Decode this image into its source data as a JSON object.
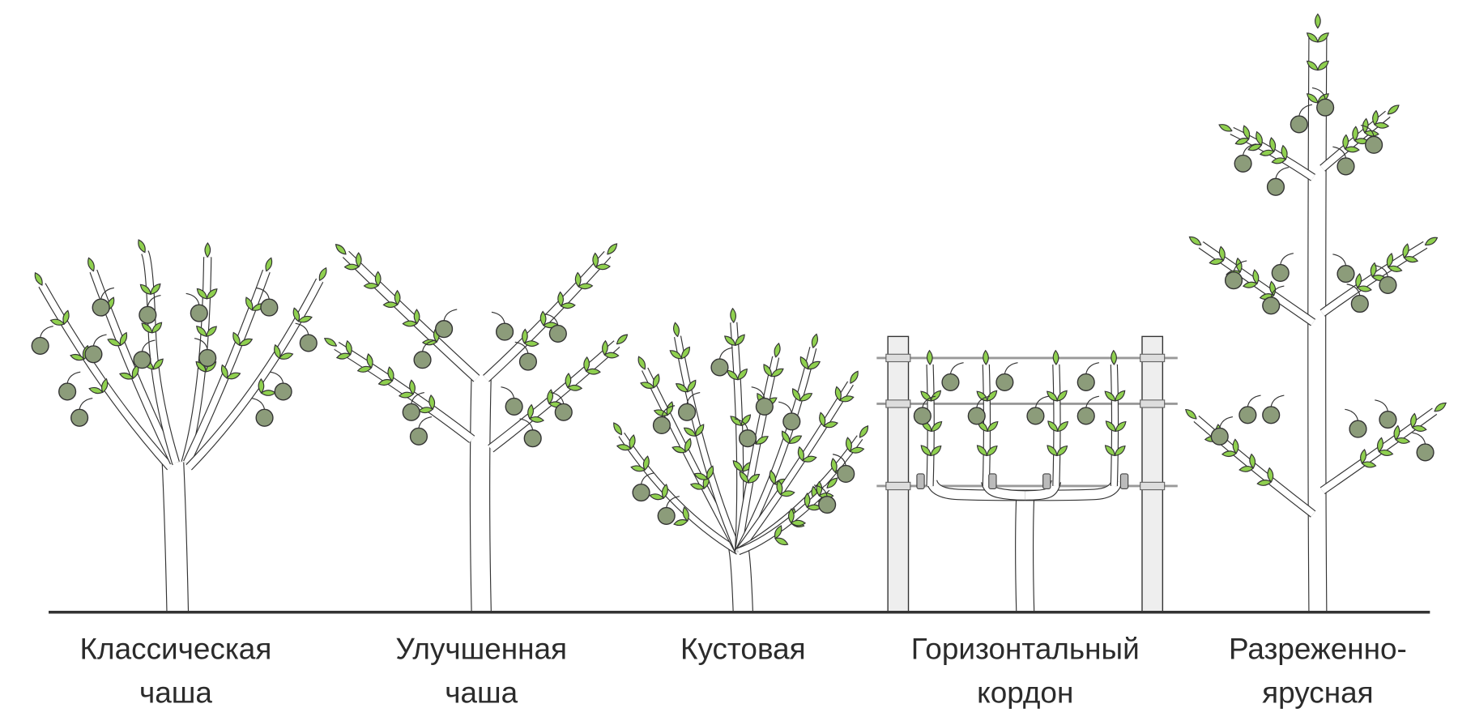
{
  "title": "Tree crown forms",
  "forms": [
    {
      "line1": "Классическая",
      "line2": "чаша"
    },
    {
      "line1": "Улучшенная",
      "line2": "чаша"
    },
    {
      "line1": "Кустовая",
      "line2": ""
    },
    {
      "line1": "Горизонтальный",
      "line2": "кордон"
    },
    {
      "line1": "Разреженно-",
      "line2": "ярусная"
    }
  ],
  "colors": {
    "leaf": "#8fd04f",
    "fruit": "#8c9c7a",
    "outline": "#333333",
    "post": "#eeeeee",
    "wire": "#999999",
    "ground": "#333333"
  }
}
